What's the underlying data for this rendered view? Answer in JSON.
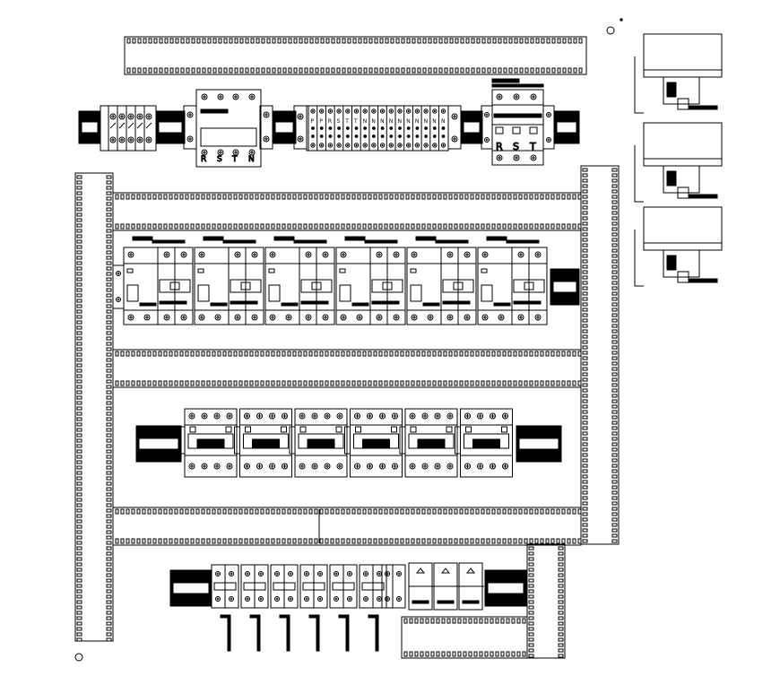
{
  "colors": {
    "line": "#000000",
    "background": "#ffffff"
  },
  "top_breaker": {
    "terminals": [
      "R",
      "S",
      "T",
      "N"
    ]
  },
  "phase_block": {
    "terminals": [
      "R",
      "S",
      "T"
    ]
  },
  "terminal_strip": {
    "letters": [
      "P",
      "P",
      "R",
      "S",
      "T",
      "T",
      "N",
      "N",
      "N",
      "N",
      "N",
      "N",
      "N",
      "N",
      "N",
      "N"
    ]
  },
  "rows": {
    "rcbo_row": {
      "count": 6
    },
    "mcb_row": {
      "count": 6
    },
    "bottom_row": {
      "mini_breakers": 6,
      "switches": 3
    }
  },
  "contactors": {
    "count": 3
  }
}
